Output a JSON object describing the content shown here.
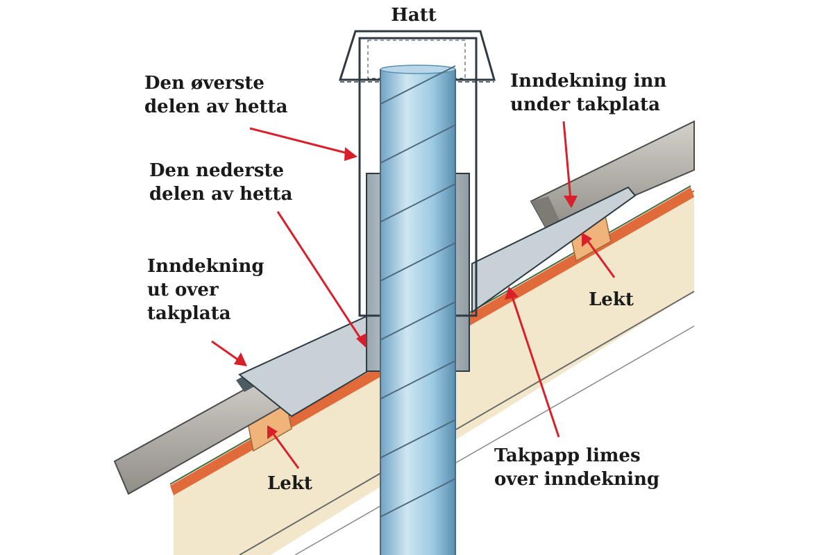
{
  "labels": {
    "hatt": "Hatt",
    "top_part": [
      "Den øverste",
      "delen av hetta"
    ],
    "bottom_part": [
      "Den nederste",
      "delen av hetta"
    ],
    "flashing_over": [
      "Inndekning",
      "ut over",
      "takplata"
    ],
    "flashing_under": [
      "Inndekning inn",
      "under takplata"
    ],
    "lekt_left": "Lekt",
    "lekt_right": "Lekt",
    "roofing_felt": [
      "Takpapp limes",
      "over inndekning"
    ]
  },
  "colors": {
    "arrow": "#d8202a",
    "pipe": "#9cc9e3",
    "roof_deck": "#f3e7cb",
    "roofing_felt": "#e06a3a",
    "roof_sheet": "#b9b7b0",
    "batten": "#f0b47a",
    "hood": "#c8d1d6"
  }
}
